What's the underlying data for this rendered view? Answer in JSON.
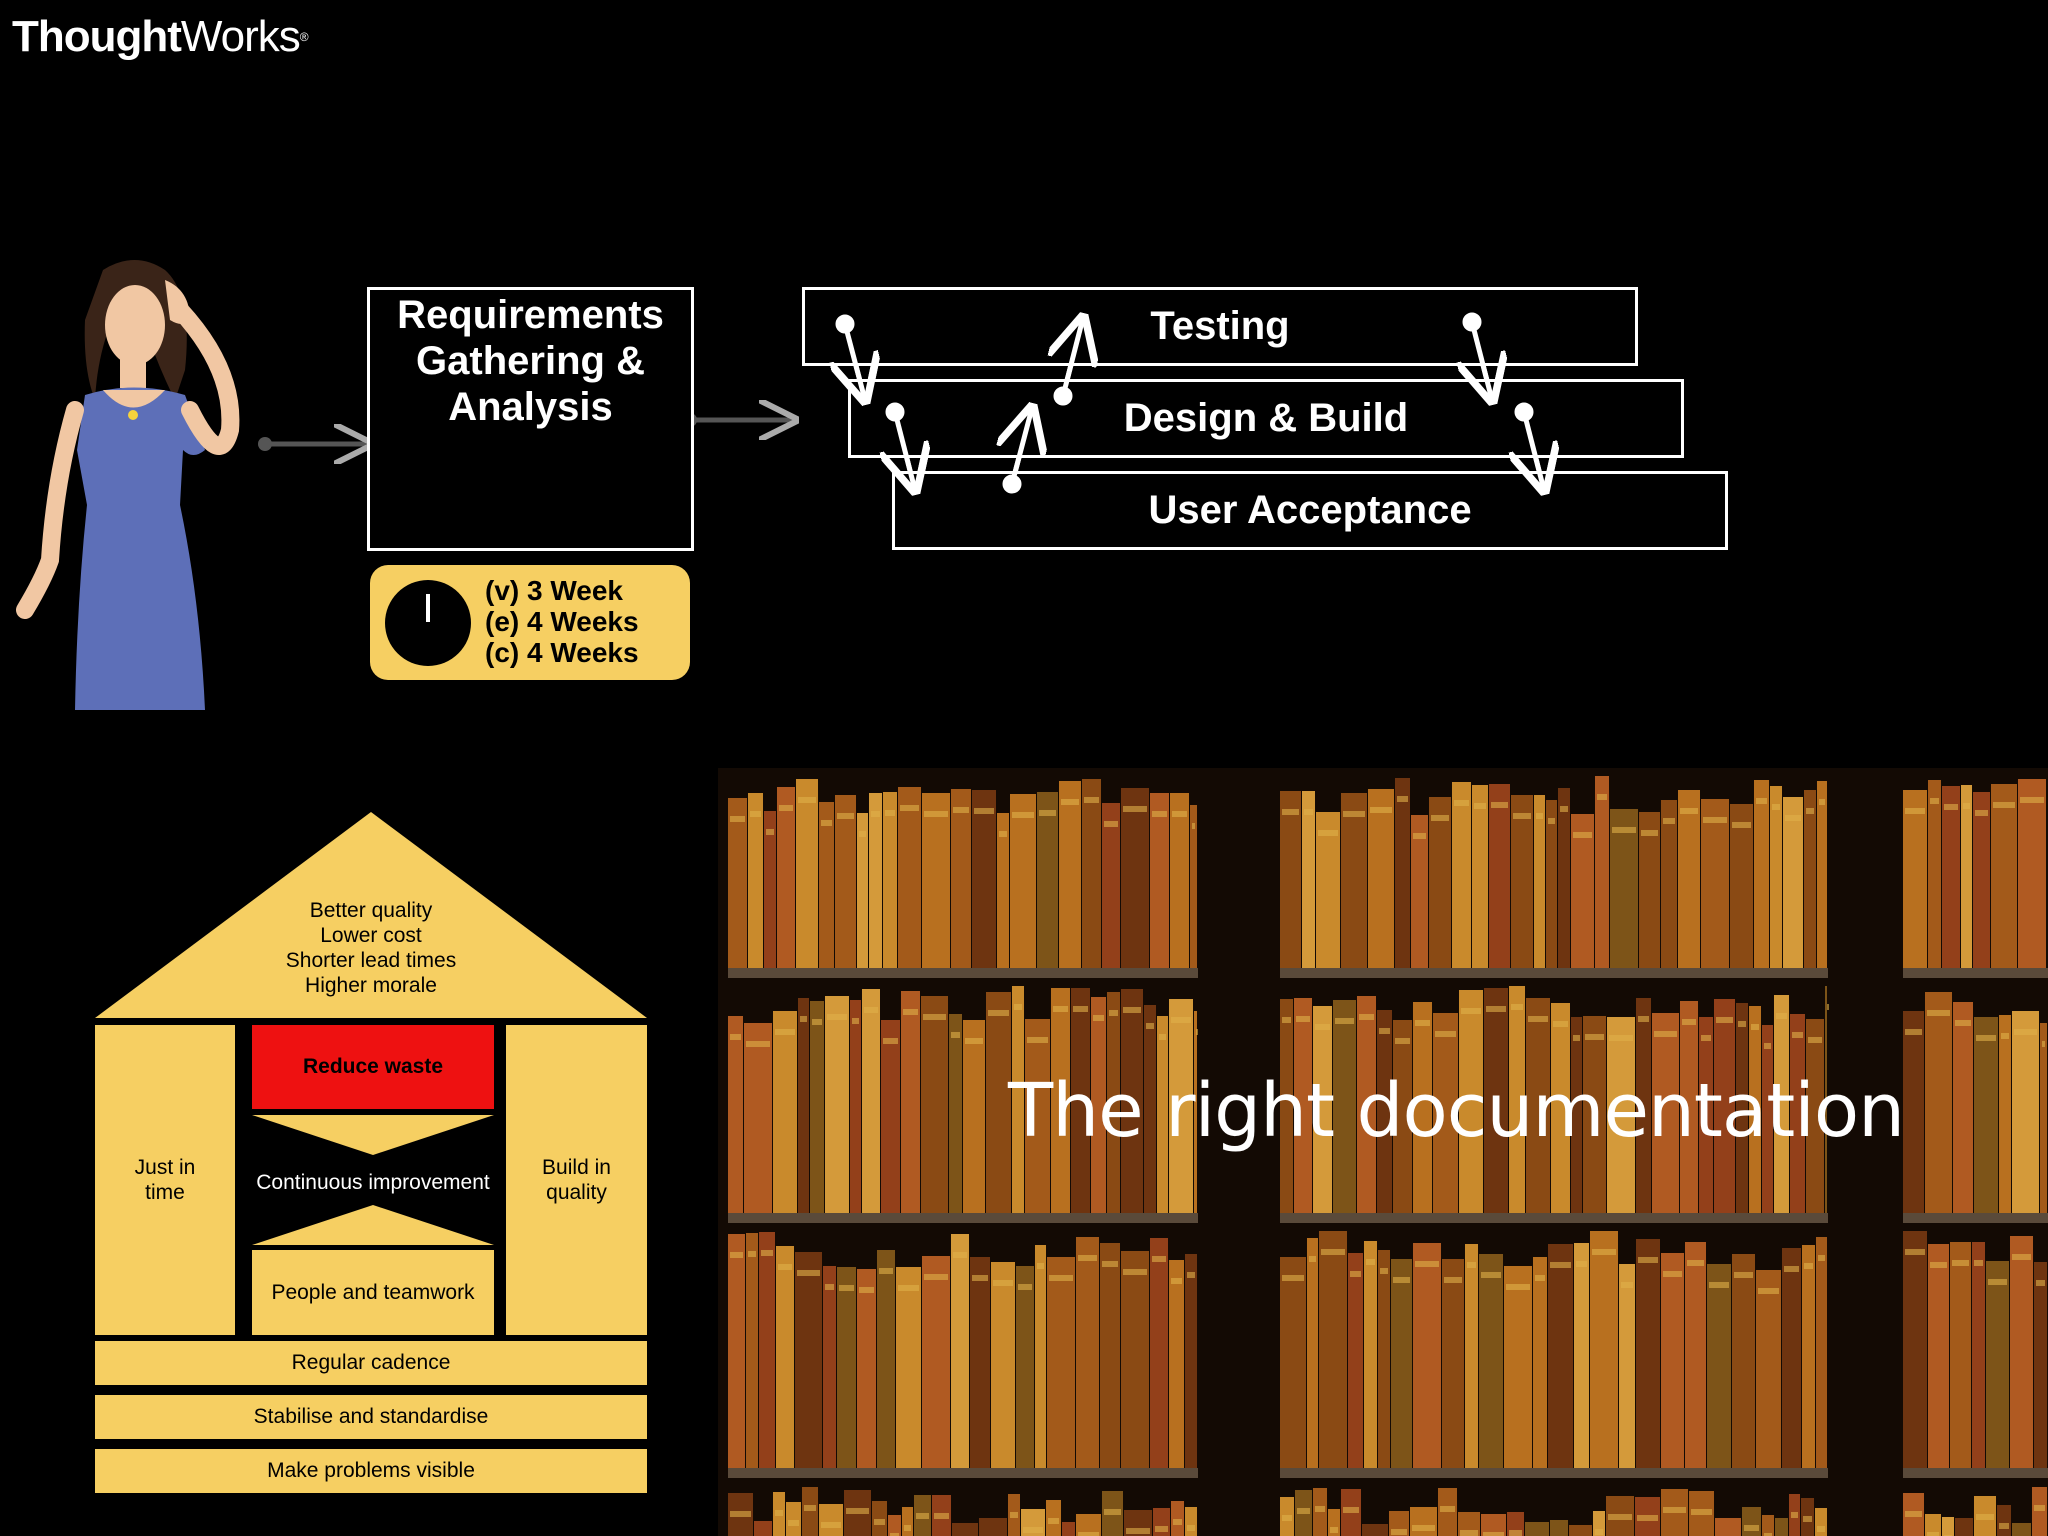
{
  "logo": {
    "text_bold": "Thought",
    "text_light": "Works",
    "mark": "®"
  },
  "process": {
    "requirements": [
      "Requirements",
      "Gathering &",
      "Analysis"
    ],
    "testing": "Testing",
    "design_build": "Design & Build",
    "user_acceptance": "User Acceptance",
    "durations": [
      "(v) 3 Week",
      "(e) 4 Weeks",
      "(c) 4 Weeks"
    ]
  },
  "house": {
    "roof": [
      "Better quality",
      "Lower cost",
      "Shorter lead times",
      "Higher morale"
    ],
    "left_pillar": [
      "Just in",
      "time"
    ],
    "right_pillar": [
      "Build in",
      "quality"
    ],
    "reduce_waste": "Reduce waste",
    "continuous_improvement": "Continuous improvement",
    "people_teamwork": "People and teamwork",
    "foundation": [
      "Regular cadence",
      "Stabilise and standardise",
      "Make problems visible"
    ]
  },
  "library": {
    "caption": "The right documentation"
  },
  "colors": {
    "house_yellow": "#f6cf62",
    "highlight_red": "#ee1111",
    "background": "#000000"
  }
}
